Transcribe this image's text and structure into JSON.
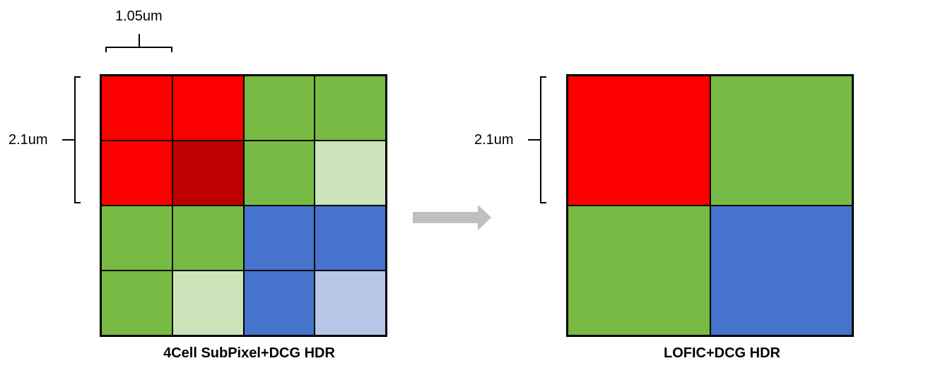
{
  "left_panel": {
    "caption": "4Cell SubPixel+DCG HDR",
    "width_label": "1.05um",
    "height_label": "2.1um",
    "cells": [
      "#ff0000",
      "#ff0000",
      "#77bb44",
      "#77bb44",
      "#ff0000",
      "#bf0000",
      "#77bb44",
      "#cce4b9",
      "#77bb44",
      "#77bb44",
      "#4673cc",
      "#4673cc",
      "#77bb44",
      "#cce4b9",
      "#4673cc",
      "#b7c7e8"
    ]
  },
  "right_panel": {
    "caption": "LOFIC+DCG HDR",
    "height_label": "2.1um",
    "cells": [
      "#ff0000",
      "#77bb44",
      "#77bb44",
      "#4673cc"
    ]
  },
  "arrow": {
    "color": "#bfbfbf"
  }
}
